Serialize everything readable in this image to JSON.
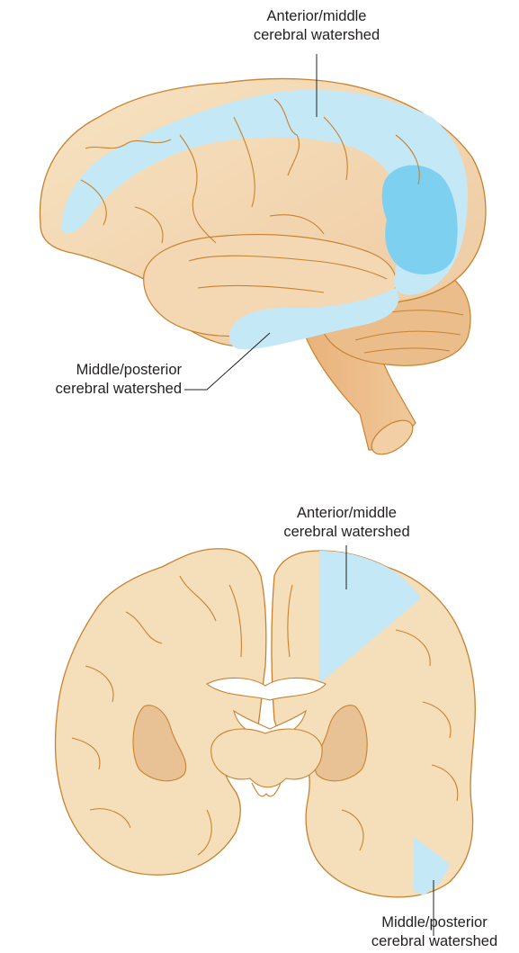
{
  "lateral_view": {
    "top_label": {
      "line1": "Anterior/middle",
      "line2": "cerebral watershed"
    },
    "bottom_label": {
      "line1": "Middle/posterior",
      "line2": "cerebral watershed"
    }
  },
  "coronal_view": {
    "top_label": {
      "line1": "Anterior/middle",
      "line2": "cerebral watershed"
    },
    "bottom_label": {
      "line1": "Middle/posterior",
      "line2": "cerebral watershed"
    }
  },
  "colors": {
    "brain_tissue": "#f5dfba",
    "brain_outline": "#c8822e",
    "watershed_zone": "#c4e8f6",
    "watershed_core": "#7dd0f0",
    "brainstem": "#e8b682",
    "basal_ganglia": "#e8c295"
  }
}
